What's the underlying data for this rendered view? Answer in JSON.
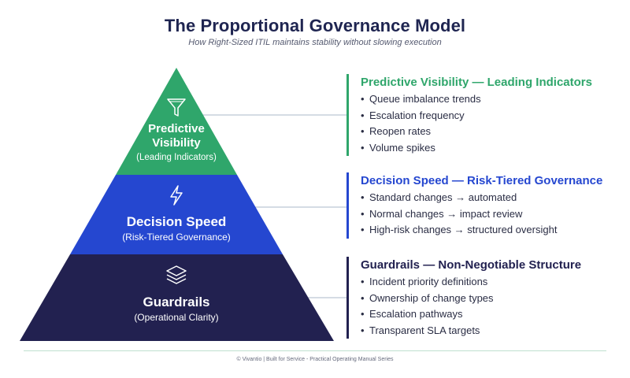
{
  "header": {
    "title": "The Proportional Governance Model",
    "subtitle": "How Right-Sized ITIL maintains stability without slowing execution"
  },
  "colors": {
    "green": "#2fa66b",
    "blue": "#2547d0",
    "navy": "#222150",
    "text_dark": "#1f2551"
  },
  "pyramid": {
    "top": {
      "icon": "funnel-icon",
      "name_line1": "Predictive",
      "name_line2": "Visibility",
      "sub": "(Leading Indicators)"
    },
    "middle": {
      "icon": "lightning-bolt-icon",
      "name": "Decision Speed",
      "sub": "(Risk-Tiered Governance)"
    },
    "bottom": {
      "icon": "layers-icon",
      "name": "Guardrails",
      "sub": "(Operational Clarity)"
    }
  },
  "panels": [
    {
      "title": "Predictive Visibility — Leading Indicators",
      "items": [
        "Queue imbalance trends",
        "Escalation frequency",
        "Reopen rates",
        "Volume spikes"
      ]
    },
    {
      "title": "Decision Speed — Risk-Tiered Governance",
      "items": [
        "Standard changes → automated",
        "Normal changes → impact review",
        "High-risk changes → structured oversight"
      ]
    },
    {
      "title": "Guardrails — Non-Negotiable Structure",
      "items": [
        "Incident priority definitions",
        "Ownership of change types",
        "Escalation pathways",
        "Transparent SLA targets"
      ]
    }
  ],
  "bullet": "•",
  "footer": "© Vivantio | Built for Service - Practical Operating Manual Series"
}
